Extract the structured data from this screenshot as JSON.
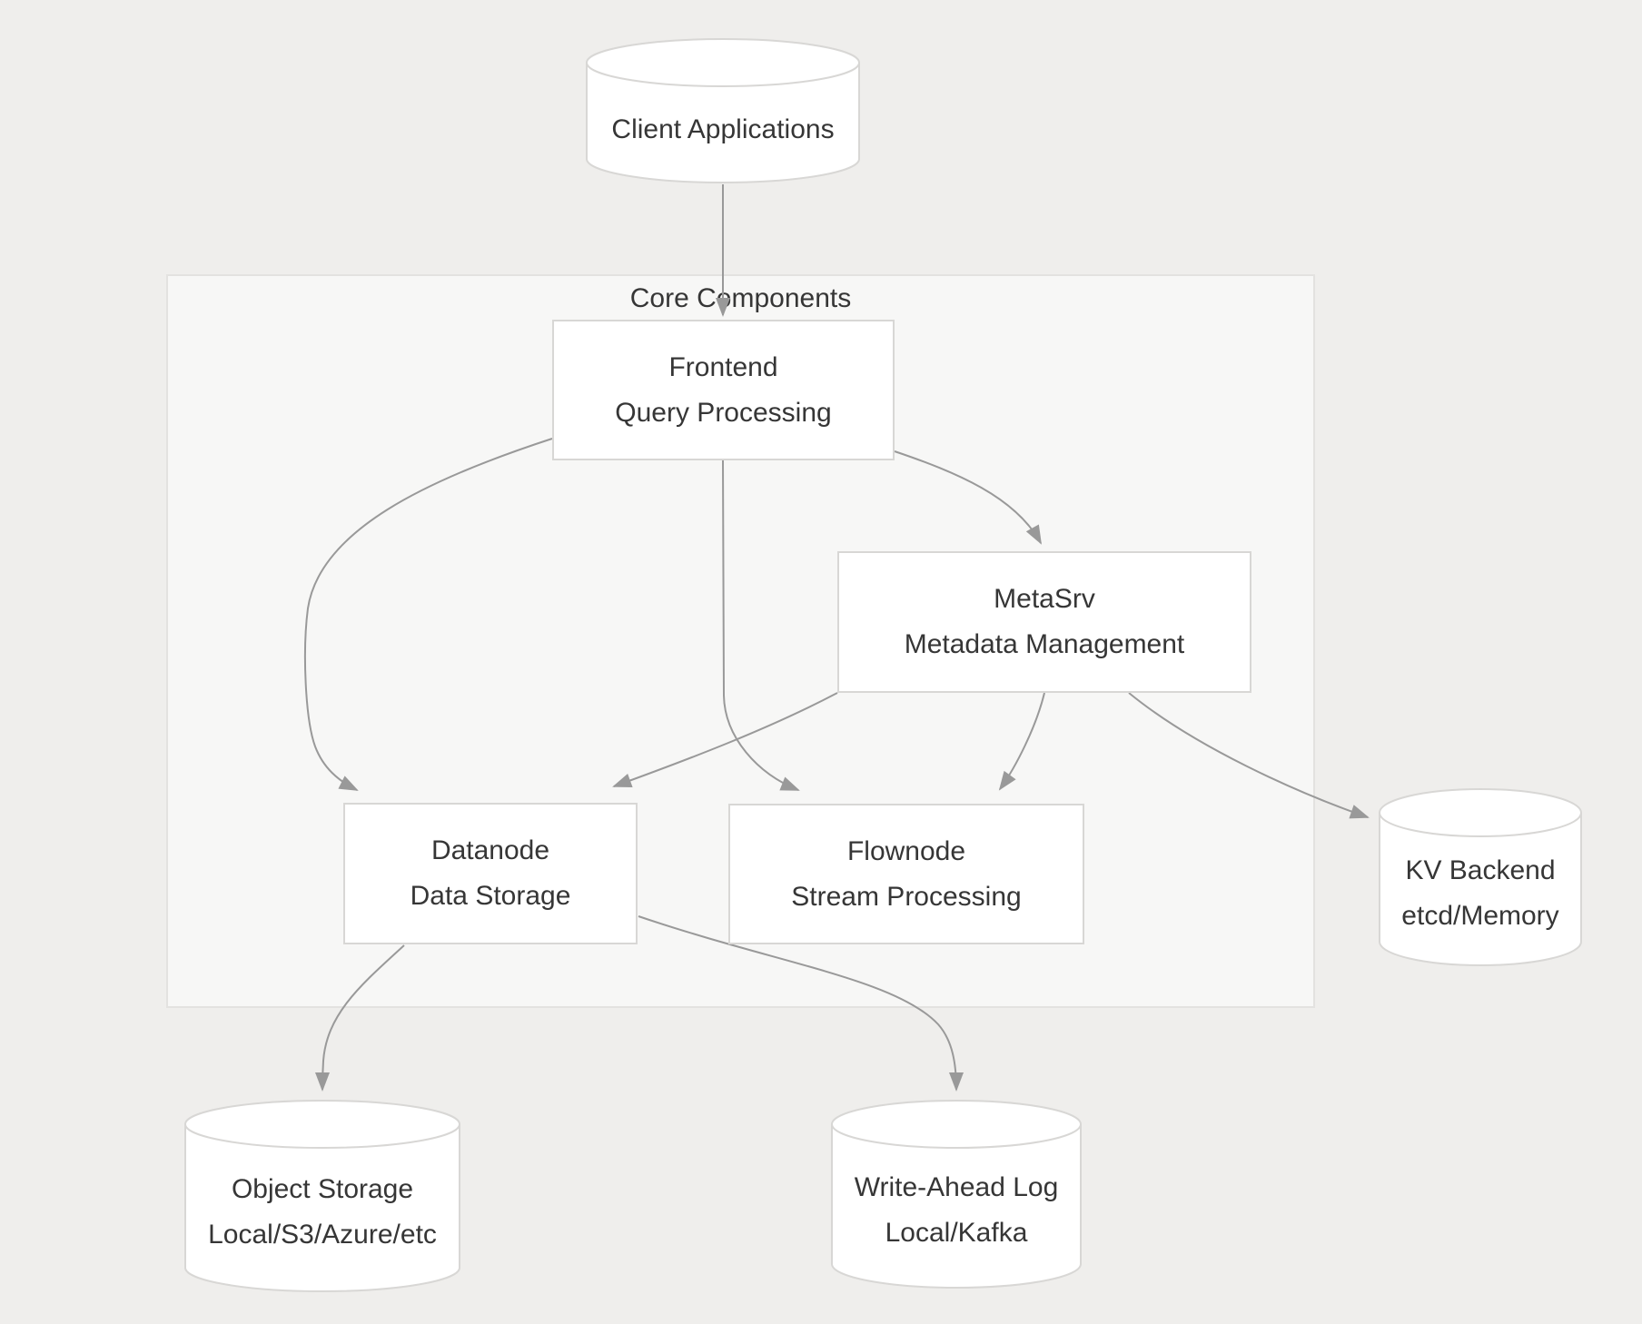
{
  "diagram": {
    "type": "architecture-flowchart",
    "cluster": {
      "label": "Core Components"
    },
    "nodes": {
      "client": {
        "shape": "cylinder",
        "line1": "Client Applications"
      },
      "frontend": {
        "shape": "rect",
        "line1": "Frontend",
        "line2": "Query Processing"
      },
      "metasrv": {
        "shape": "rect",
        "line1": "MetaSrv",
        "line2": "Metadata Management"
      },
      "datanode": {
        "shape": "rect",
        "line1": "Datanode",
        "line2": "Data Storage"
      },
      "flownode": {
        "shape": "rect",
        "line1": "Flownode",
        "line2": "Stream Processing"
      },
      "kv_backend": {
        "shape": "cylinder",
        "line1": "KV Backend",
        "line2": "etcd/Memory"
      },
      "object_storage": {
        "shape": "cylinder",
        "line1": "Object Storage",
        "line2": "Local/S3/Azure/etc"
      },
      "write_ahead_log": {
        "shape": "cylinder",
        "line1": "Write-Ahead Log",
        "line2": "Local/Kafka"
      }
    },
    "edges": [
      {
        "from": "client",
        "to": "frontend"
      },
      {
        "from": "frontend",
        "to": "metasrv"
      },
      {
        "from": "frontend",
        "to": "datanode"
      },
      {
        "from": "frontend",
        "to": "flownode"
      },
      {
        "from": "metasrv",
        "to": "datanode"
      },
      {
        "from": "metasrv",
        "to": "flownode"
      },
      {
        "from": "metasrv",
        "to": "kv_backend"
      },
      {
        "from": "datanode",
        "to": "object_storage"
      },
      {
        "from": "datanode",
        "to": "write_ahead_log"
      }
    ],
    "colors": {
      "page_background": "#efeeec",
      "cluster_background": "#f7f7f6",
      "node_fill": "#ffffff",
      "node_border": "#d8d7d5",
      "edge": "#999999",
      "text": "#363636"
    }
  }
}
